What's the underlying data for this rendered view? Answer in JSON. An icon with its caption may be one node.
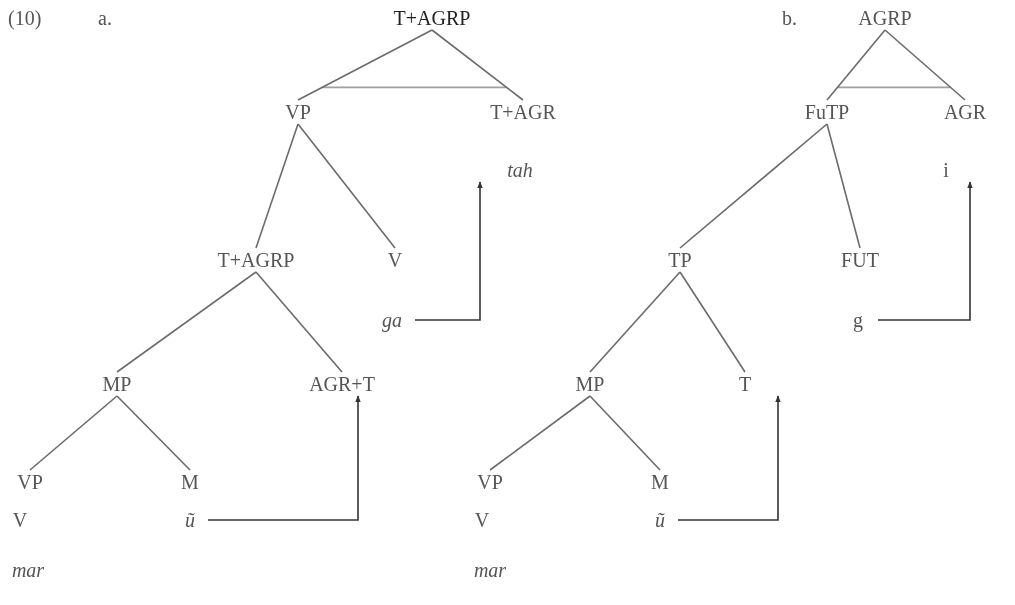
{
  "diagram": {
    "nodes": [
      {
        "text": [
          "T+AGRP"
        ]
      },
      {
        "text": [
          "AGRP"
        ]
      },
      {
        "text": [
          "VP"
        ]
      },
      {
        "text": [
          "T+AGR"
        ]
      },
      {
        "text": [
          "FuTP"
        ]
      },
      {
        "text": [
          "AGR"
        ]
      },
      {
        "text": [
          "tah"
        ]
      },
      {
        "text": [
          "i"
        ]
      },
      {
        "text": [
          "T+AGRP"
        ]
      },
      {
        "text": [
          "V"
        ]
      },
      {
        "text": [
          "TP"
        ]
      },
      {
        "text": [
          "FUT"
        ]
      },
      {
        "text": [
          "ga"
        ]
      },
      {
        "text": [
          "g"
        ]
      },
      {
        "text": [
          "MP"
        ]
      },
      {
        "text": [
          "AGR+T"
        ]
      },
      {
        "text": [
          "MP"
        ]
      },
      {
        "text": [
          "T"
        ]
      },
      {
        "text": [
          "VP"
        ]
      },
      {
        "text": [
          "M"
        ]
      },
      {
        "text": [
          "VP"
        ]
      },
      {
        "text": [
          "M"
        ]
      },
      {
        "text": [
          "V"
        ]
      },
      {
        "text": [
          "ũ"
        ]
      },
      {
        "text": [
          "V"
        ]
      },
      {
        "text": [
          "ũ"
        ]
      },
      {
        "text": [
          "mar"
        ]
      },
      {
        "text": [
          "mar"
        ]
      }
    ],
    "edges": [
      {
        "from": 0,
        "to": 2,
        "arrow": "none"
      },
      {
        "from": 0,
        "to": 3,
        "arrow": "none"
      },
      {
        "from": 1,
        "to": 4,
        "arrow": "none"
      },
      {
        "from": 1,
        "to": 5,
        "arrow": "none"
      },
      {
        "from": 2,
        "to": 8,
        "arrow": "none"
      },
      {
        "from": 2,
        "to": 9,
        "arrow": "none"
      },
      {
        "from": 4,
        "to": 10,
        "arrow": "none"
      },
      {
        "from": 4,
        "to": 11,
        "arrow": "none"
      },
      {
        "from": 8,
        "to": 14,
        "arrow": "none"
      },
      {
        "from": 8,
        "to": 15,
        "arrow": "none"
      },
      {
        "from": 10,
        "to": 16,
        "arrow": "none"
      },
      {
        "from": 10,
        "to": 17,
        "arrow": "none"
      },
      {
        "from": 14,
        "to": 18,
        "arrow": "none"
      },
      {
        "from": 14,
        "to": 19,
        "arrow": "none"
      },
      {
        "from": 16,
        "to": 20,
        "arrow": "none"
      },
      {
        "from": 16,
        "to": 21,
        "arrow": "none"
      },
      {
        "from": 12,
        "to": 6,
        "arrow": "to"
      },
      {
        "from": 23,
        "to": 15,
        "arrow": "to"
      },
      {
        "from": 25,
        "to": 17,
        "arrow": "to"
      },
      {
        "from": 13,
        "to": 7,
        "arrow": "to"
      }
    ],
    "labels": [
      "(10)",
      "a.",
      "b."
    ]
  }
}
